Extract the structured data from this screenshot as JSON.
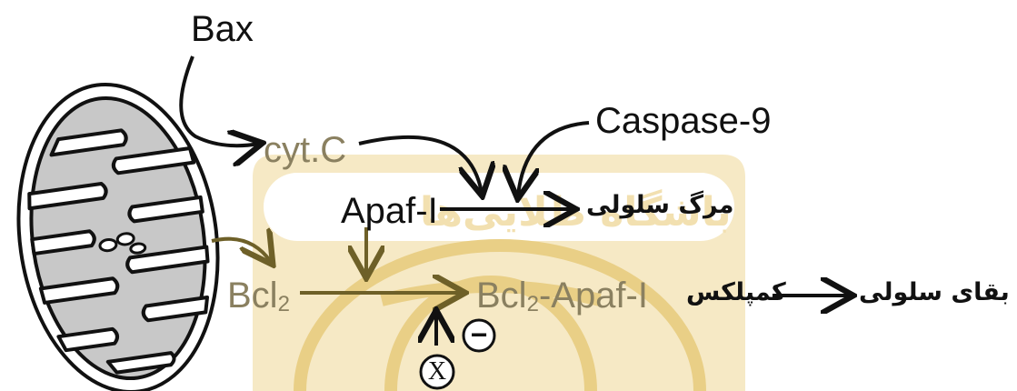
{
  "labels": {
    "bax": "Bax",
    "cytc": "cyt.C",
    "caspase": "Caspase-9",
    "apaf": "Apaf-I",
    "death": "مرگ سلولی",
    "bcl": "Bcl",
    "bcl_sub": "2",
    "complex_bcl": "Bcl",
    "complex_sub": "2",
    "complex_rest": "-Apaf-I",
    "complex_word": "کمپلکس",
    "survival": "بقای سلولی",
    "inhibit": "−",
    "x": "X",
    "watermark": "باشگاه طلایی‌ها"
  },
  "colors": {
    "ink": "#111111",
    "tan": "#8a8060",
    "tan_arrow": "#6e6028",
    "watermark": "#f3e2b4",
    "mito_fill": "#c8c8c8"
  }
}
